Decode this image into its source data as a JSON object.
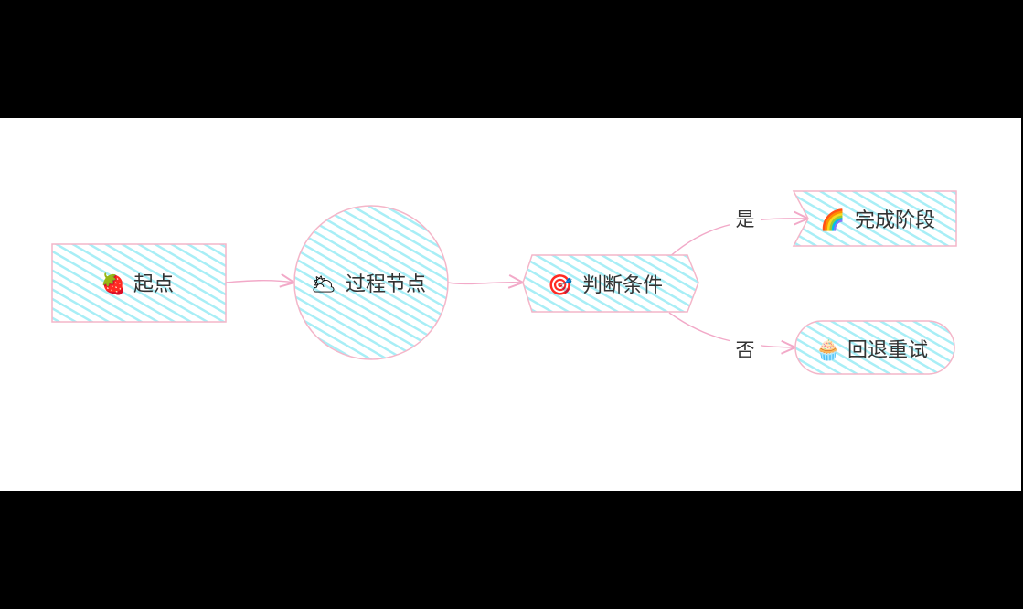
{
  "nodes": {
    "start": {
      "label": "起点",
      "icon": "strawberry-icon",
      "glyph": "🍓"
    },
    "process": {
      "label": "过程节点",
      "icon": "sun-behind-cloud-icon",
      "glyph": "🌥"
    },
    "decision": {
      "label": "判断条件",
      "icon": "target-icon",
      "glyph": "🎯"
    },
    "done": {
      "label": "完成阶段",
      "icon": "rainbow-icon",
      "glyph": "🌈"
    },
    "retry": {
      "label": "回退重试",
      "icon": "cupcake-icon",
      "glyph": "🧁"
    }
  },
  "edges": {
    "yes": "是",
    "no": "否"
  },
  "colors": {
    "fill": "#a8eef6",
    "stroke": "#f4b6c9",
    "edge": "#f2a9c8",
    "text": "#333333"
  }
}
